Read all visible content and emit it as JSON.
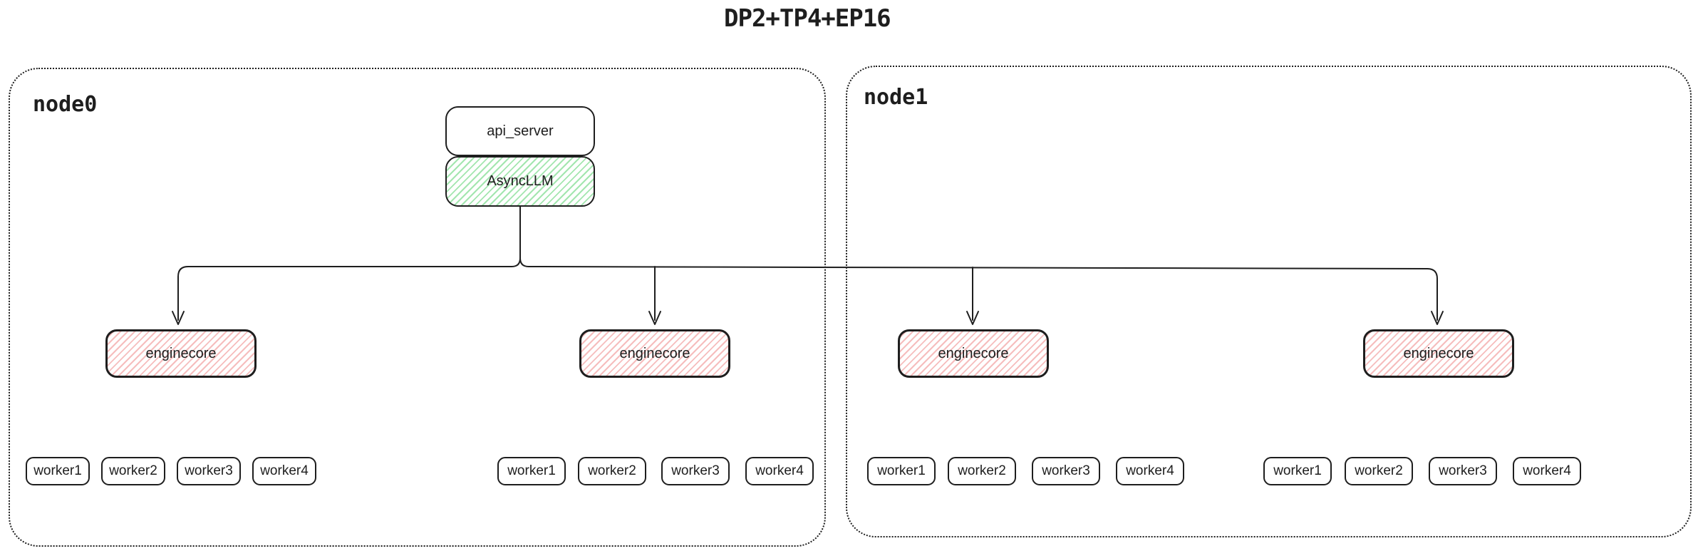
{
  "title": "DP2+TP4+EP16",
  "nodes": [
    {
      "label": "node0"
    },
    {
      "label": "node1"
    }
  ],
  "api_server": {
    "label": "api_server"
  },
  "async_llm": {
    "label": "AsyncLLM"
  },
  "enginecores": [
    {
      "label": "enginecore",
      "node": "node0"
    },
    {
      "label": "enginecore",
      "node": "node0"
    },
    {
      "label": "enginecore",
      "node": "node1"
    },
    {
      "label": "enginecore",
      "node": "node1"
    }
  ],
  "worker_groups": [
    {
      "node": "node0",
      "workers": [
        "worker1",
        "worker2",
        "worker3",
        "worker4"
      ]
    },
    {
      "node": "node0",
      "workers": [
        "worker1",
        "worker2",
        "worker3",
        "worker4"
      ]
    },
    {
      "node": "node1",
      "workers": [
        "worker1",
        "worker2",
        "worker3",
        "worker4"
      ]
    },
    {
      "node": "node1",
      "workers": [
        "worker1",
        "worker2",
        "worker3",
        "worker4"
      ]
    }
  ],
  "colors": {
    "stroke": "#1e1e1e",
    "async_llm_hatch": "#a3e6af",
    "enginecore_hatch": "#f6bdbd",
    "background": "#ffffff"
  }
}
